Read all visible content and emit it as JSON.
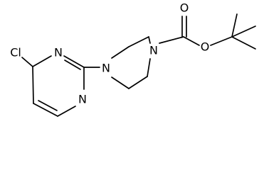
{
  "diagram": {
    "atoms": {
      "cl": "Cl",
      "n_pyr_upper": "N",
      "n_pyr_lower": "N",
      "n_pip_left": "N",
      "n_pip_right": "N",
      "o_carbonyl": "O",
      "o_ester": "O"
    }
  }
}
